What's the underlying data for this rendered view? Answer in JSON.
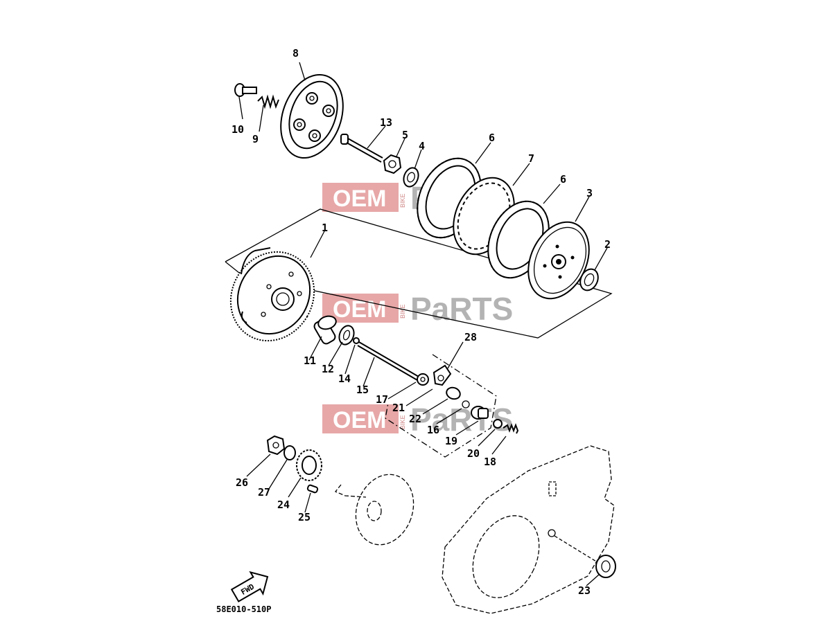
{
  "diagram": {
    "drawing_code": "58E010-510P",
    "fwd_label": "FWD",
    "watermark": {
      "oem": "OEM",
      "bike": "BIKE",
      "parts": "PaRTS"
    },
    "callouts": [
      {
        "label": "1"
      },
      {
        "label": "2"
      },
      {
        "label": "3"
      },
      {
        "label": "4"
      },
      {
        "label": "5"
      },
      {
        "label": "6"
      },
      {
        "label": "6"
      },
      {
        "label": "7"
      },
      {
        "label": "8"
      },
      {
        "label": "9"
      },
      {
        "label": "10"
      },
      {
        "label": "11"
      },
      {
        "label": "12"
      },
      {
        "label": "13"
      },
      {
        "label": "14"
      },
      {
        "label": "15"
      },
      {
        "label": "16"
      },
      {
        "label": "17"
      },
      {
        "label": "18"
      },
      {
        "label": "19"
      },
      {
        "label": "20"
      },
      {
        "label": "21"
      },
      {
        "label": "22"
      },
      {
        "label": "23"
      },
      {
        "label": "24"
      },
      {
        "label": "25"
      },
      {
        "label": "26"
      },
      {
        "label": "27"
      },
      {
        "label": "28"
      }
    ]
  }
}
